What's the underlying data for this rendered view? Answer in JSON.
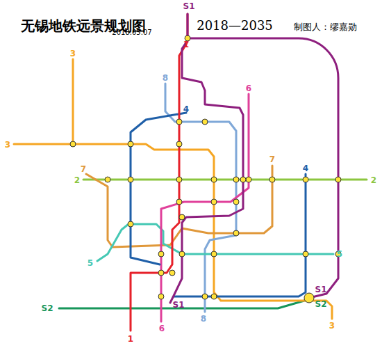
{
  "diagram": {
    "title": "无锡地铁远景规划图",
    "labels": [
      "2018.05.07",
      "2018—2035",
      "制图人：缪嘉勋",
      "S1",
      "1",
      "8",
      "4",
      "6",
      "3",
      "3",
      "7",
      "2",
      "7",
      "4",
      "2",
      "5",
      "5",
      "S1",
      "S2",
      "S1",
      "S2",
      "1",
      "6",
      "8",
      "3"
    ]
  }
}
